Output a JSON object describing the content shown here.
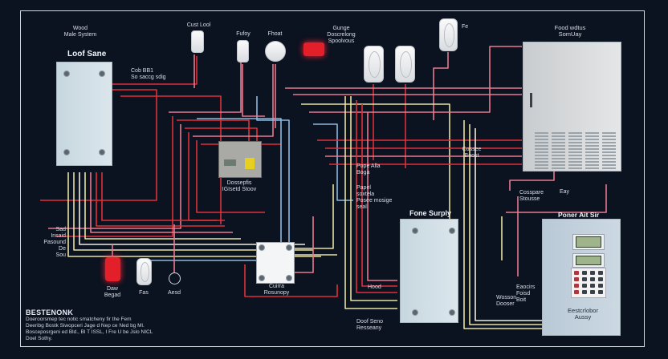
{
  "diagram": {
    "title": "Wiring diagram",
    "colors": {
      "background": "#0b1220",
      "frame": "#cfd6de",
      "wire_red": "#e0303a",
      "wire_pink": "#e87a8e",
      "wire_blue": "#8fb8e0",
      "wire_yellow": "#e8e2a0",
      "wire_white": "#f0ece0"
    },
    "top_left_caption": "Wood\nMale System",
    "components": {
      "load_panel": {
        "title": "Loof Sane",
        "side_label": "Cob BB1\nSo saccg sdig"
      },
      "sensor_1": {
        "label": "Cust Lool"
      },
      "sensor_2": {
        "label": "Fufoy"
      },
      "sensor_3": {
        "label": "Fhoat"
      },
      "red_valve": {
        "label": "Gunge\nDoscrelong\nSpoolvous"
      },
      "wall_sensor_1": {
        "label": ""
      },
      "wall_sensor_2": {
        "label": ""
      },
      "wall_sensor_3": {
        "label": "Fe"
      },
      "main_cabinet": {
        "title": "Food wdtus\nSomUay"
      },
      "controller_board": {
        "label": "Dossepfis\nIGIsetd Stoov"
      },
      "relay_module": {
        "label": "Cuirra\nRosunopy"
      },
      "power_supply": {
        "title": "Fone Surply",
        "label_top": "Hood",
        "label_bottom": "Doof Seno\nResseany"
      },
      "control_panel": {
        "title": "Poner Ait Sir",
        "label": "Eestcrlobor\nAussy"
      },
      "red_alarm": {
        "label": "Daw\nBegad"
      },
      "doorbell": {
        "label": "Fas"
      },
      "round_sensor": {
        "label": "Aesd"
      }
    },
    "wire_labels": [
      {
        "id": "mid-1",
        "text": "Pope Alla\nBoga"
      },
      {
        "id": "mid-2",
        "text": "Papel\nsoxtela\nPosee mosige\nseal"
      },
      {
        "id": "right-1",
        "text": "Cossee\nBoost"
      },
      {
        "id": "right-2",
        "text": "Cosspare\nStousse"
      },
      {
        "id": "right-3",
        "text": "Eay"
      },
      {
        "id": "right-4",
        "text": "Eaocirs\nFoisd\nBoit"
      },
      {
        "id": "right-5",
        "text": "Wosson\nDooser"
      },
      {
        "id": "left-1",
        "text": "Sad\nInsaid\nPasound\nDe\nSou"
      }
    ],
    "legend": {
      "heading": "BESTENONK",
      "lines": [
        "Doeroorsmep tec notic smatcheny fir the Fem",
        "Deeribg Bostk Siwopceri Jage d Nep ce Ned bg Ml.",
        "Bosceposrgeni ed Bld., Bl T ISSL, I Fre U be Jslo NICL",
        "Doel Sothy."
      ]
    }
  }
}
